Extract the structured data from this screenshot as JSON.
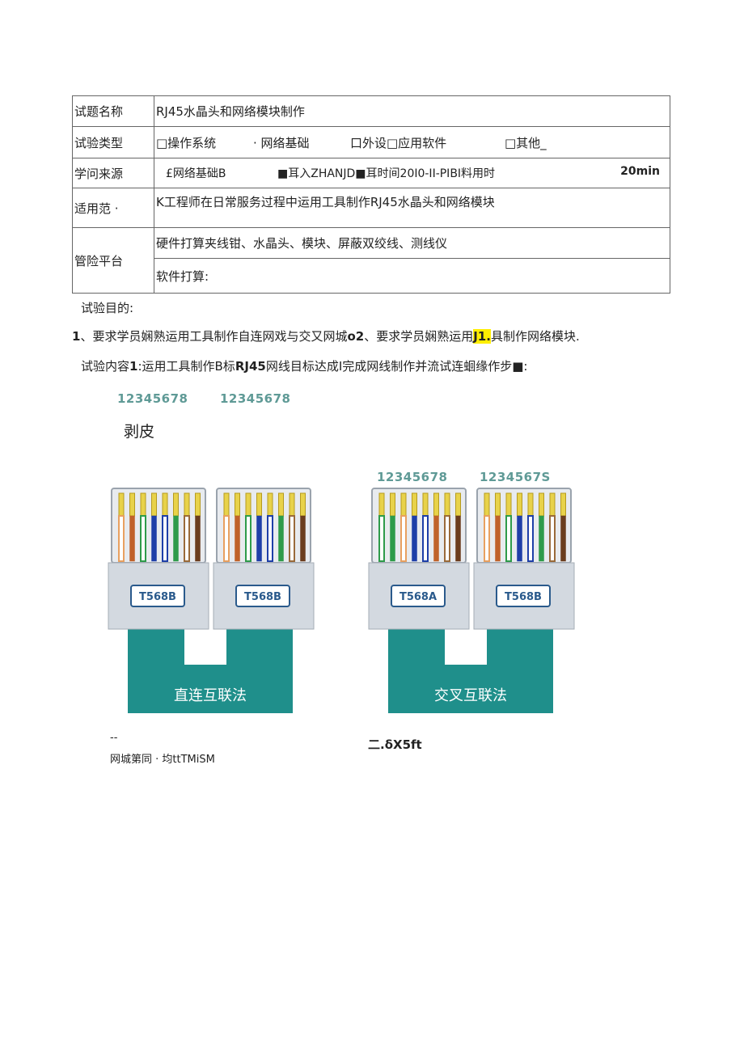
{
  "table": {
    "row1": {
      "label": "试题名称",
      "value": "RJ45水晶头和网络模块制作"
    },
    "row2": {
      "label": "试验类型",
      "opt1": "□操作系统",
      "opt2": "· 网络基础",
      "opt3": "口外设□应用软件",
      "opt4": "□其他_"
    },
    "row3": {
      "label": "学问来源",
      "a": "£网络基础B",
      "b": "■耳入ZHANJD■耳时间20I0-II-PIBI料用时",
      "c": "20min"
    },
    "row4": {
      "label": "适用范 ·",
      "value": "K工程师在日常服务过程中运用工具制作RJ45水晶头和网络模块"
    },
    "row5": {
      "label": "管险平台",
      "hardware": "硬件打算夹线钳、水晶头、模块、屏蔽双绞线、测线仪",
      "software": "软件打算:"
    }
  },
  "purpose_title": "试验目的:",
  "purpose_line": {
    "num": "1",
    "text_a": "、要求学员娴熟运用工具制作自连网戏与交又网城",
    "bold_b": "o2",
    "text_c": "、要求学员娴熟运用",
    "hl": "J1.",
    "text_d": "具制作网络模块."
  },
  "content_line": {
    "lead": "试验内容",
    "num": "1",
    "text": ":运用工具制作B标",
    "rj": "RJ45",
    "rest": "网线目标达成I完成网线制作并流试连蛔缘作步■:"
  },
  "pin_labels_top": [
    "12345678",
    "12345678"
  ],
  "strip_label": "剥皮",
  "pin_labels_right": [
    "12345678",
    "1234567S"
  ],
  "diagrams": {
    "left": {
      "plug1": "T568B",
      "plug2": "T568B",
      "caption": "直连互联法"
    },
    "right": {
      "plug1": "T568A",
      "plug2": "T568B",
      "caption": "交叉互联法"
    }
  },
  "below_left_dash": "--",
  "below_left_text": "网城第同 · 均ttTMiSM",
  "below_right_text": "二.δX5ft",
  "colors": {
    "teal": "#1f8f8b",
    "plug_body": "#d9dde3",
    "label_blue": "#2a5a8c"
  }
}
